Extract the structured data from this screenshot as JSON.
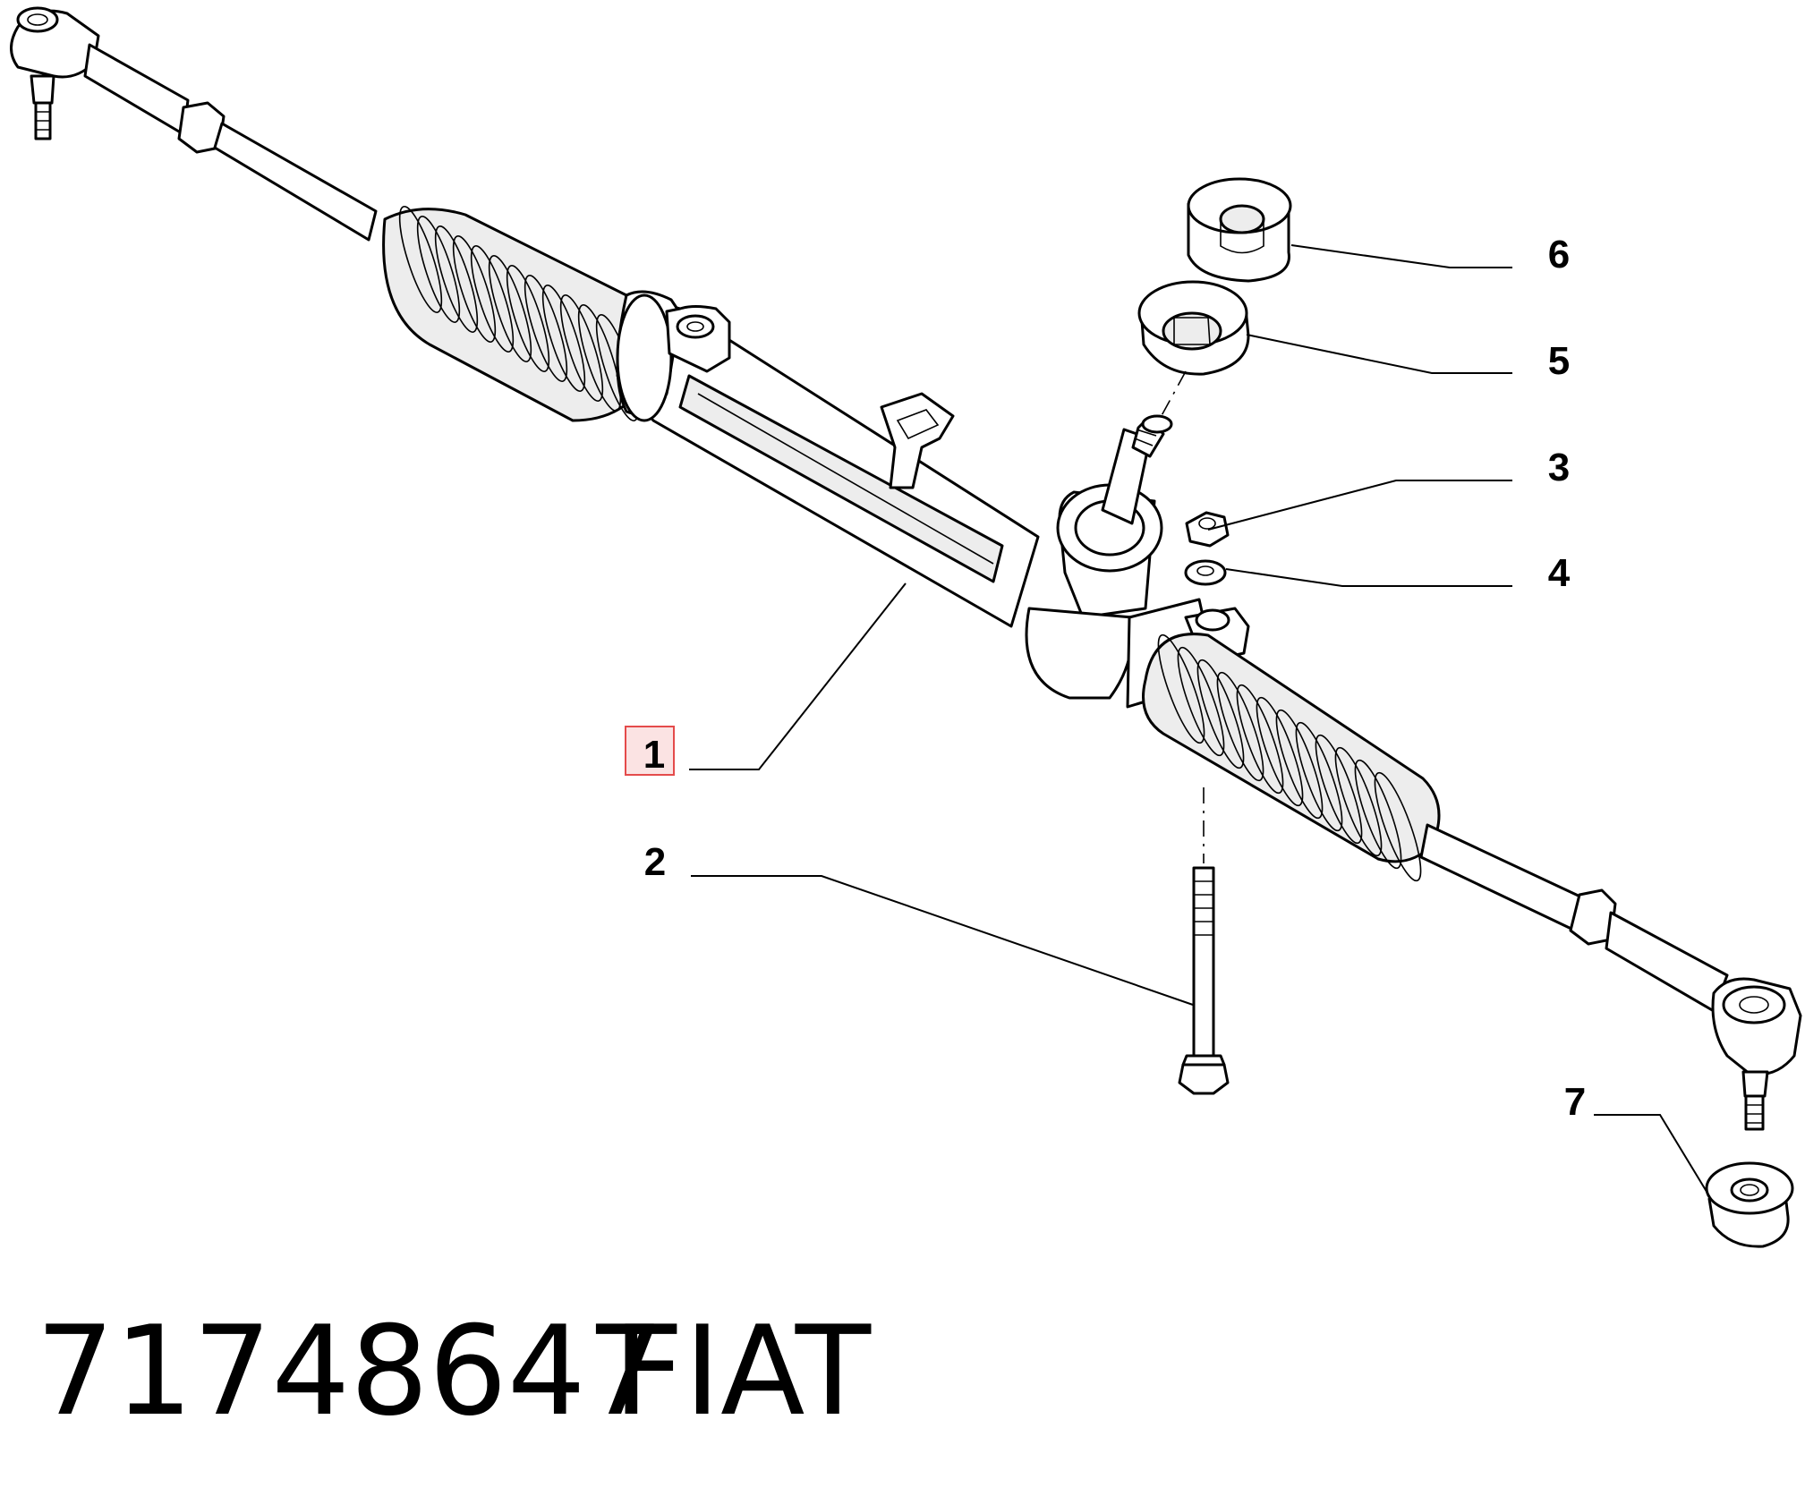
{
  "callouts": [
    {
      "id": "1",
      "label": "1",
      "highlighted": true
    },
    {
      "id": "2",
      "label": "2"
    },
    {
      "id": "3",
      "label": "3"
    },
    {
      "id": "4",
      "label": "4"
    },
    {
      "id": "5",
      "label": "5"
    },
    {
      "id": "6",
      "label": "6"
    },
    {
      "id": "7",
      "label": "7"
    }
  ],
  "footer": {
    "part_number": "71748647",
    "brand": "FIAT"
  },
  "colors": {
    "highlight_fill": "#fbe3e3",
    "highlight_border": "#e44b4b",
    "line": "#000000",
    "body_shade": "#ededed"
  }
}
